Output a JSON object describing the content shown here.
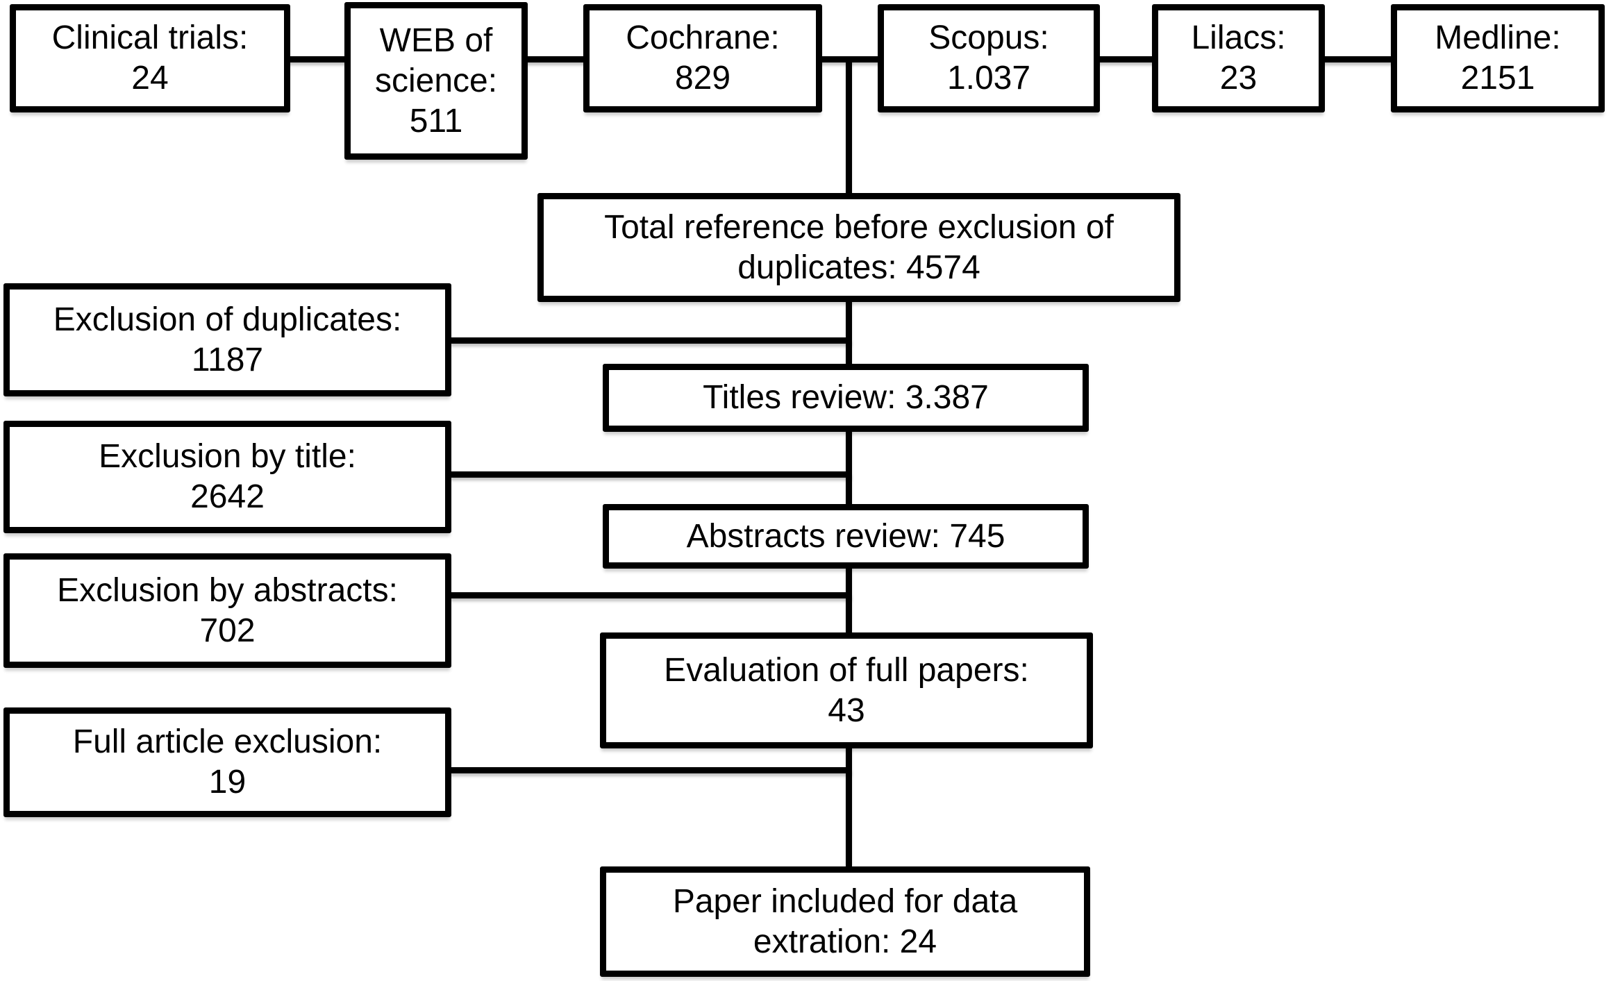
{
  "colors": {
    "line": "#000000",
    "box_border": "#000000",
    "box_fill": "#ffffff",
    "text": "#000000"
  },
  "nodes": {
    "clinical_trials": {
      "lines": [
        "Clinical trials:",
        "24"
      ]
    },
    "web_of_science": {
      "lines": [
        "WEB of",
        "science:",
        "511"
      ]
    },
    "cochrane": {
      "lines": [
        "Cochrane:",
        "829"
      ]
    },
    "scopus": {
      "lines": [
        "Scopus:",
        "1.037"
      ]
    },
    "lilacs": {
      "lines": [
        "Lilacs:",
        "23"
      ]
    },
    "medline": {
      "lines": [
        "Medline:",
        "2151"
      ]
    },
    "total_reference": {
      "lines": [
        "Total reference before exclusion of",
        "duplicates: 4574"
      ]
    },
    "exclusion_duplicates": {
      "lines": [
        "Exclusion of duplicates:",
        "1187"
      ]
    },
    "titles_review": {
      "lines": [
        "Titles review: 3.387"
      ]
    },
    "exclusion_title": {
      "lines": [
        "Exclusion by title:",
        "2642"
      ]
    },
    "abstracts_review": {
      "lines": [
        "Abstracts review: 745"
      ]
    },
    "exclusion_abstracts": {
      "lines": [
        "Exclusion by abstracts:",
        "702"
      ]
    },
    "evaluation_full_papers": {
      "lines": [
        "Evaluation of full papers:",
        "43"
      ]
    },
    "full_article_exclusion": {
      "lines": [
        "Full article exclusion:",
        "19"
      ]
    },
    "paper_included": {
      "lines": [
        "Paper included for data",
        "extration: 24"
      ]
    }
  }
}
